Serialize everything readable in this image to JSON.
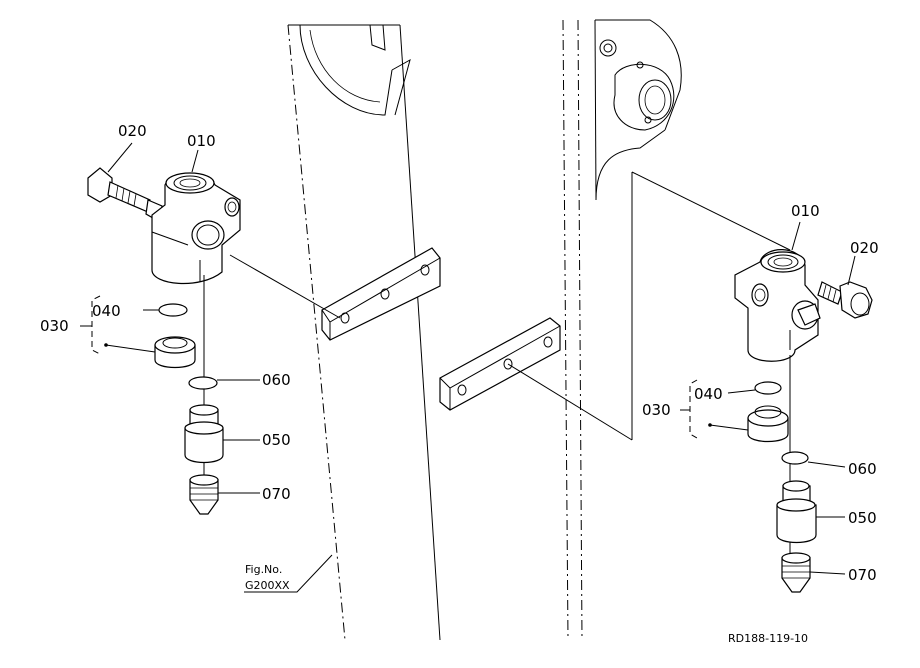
{
  "labels": {
    "left_010": "010",
    "left_020": "020",
    "left_030": "030",
    "left_040": "040",
    "left_050": "050",
    "left_060": "060",
    "left_070": "070",
    "right_010": "010",
    "right_020": "020",
    "right_030": "030",
    "right_040": "040",
    "right_050": "050",
    "right_060": "060",
    "right_070": "070"
  },
  "fig": {
    "line1": "Fig.No.",
    "line2": "G200XX"
  },
  "ref_code": "RD188-119-10"
}
